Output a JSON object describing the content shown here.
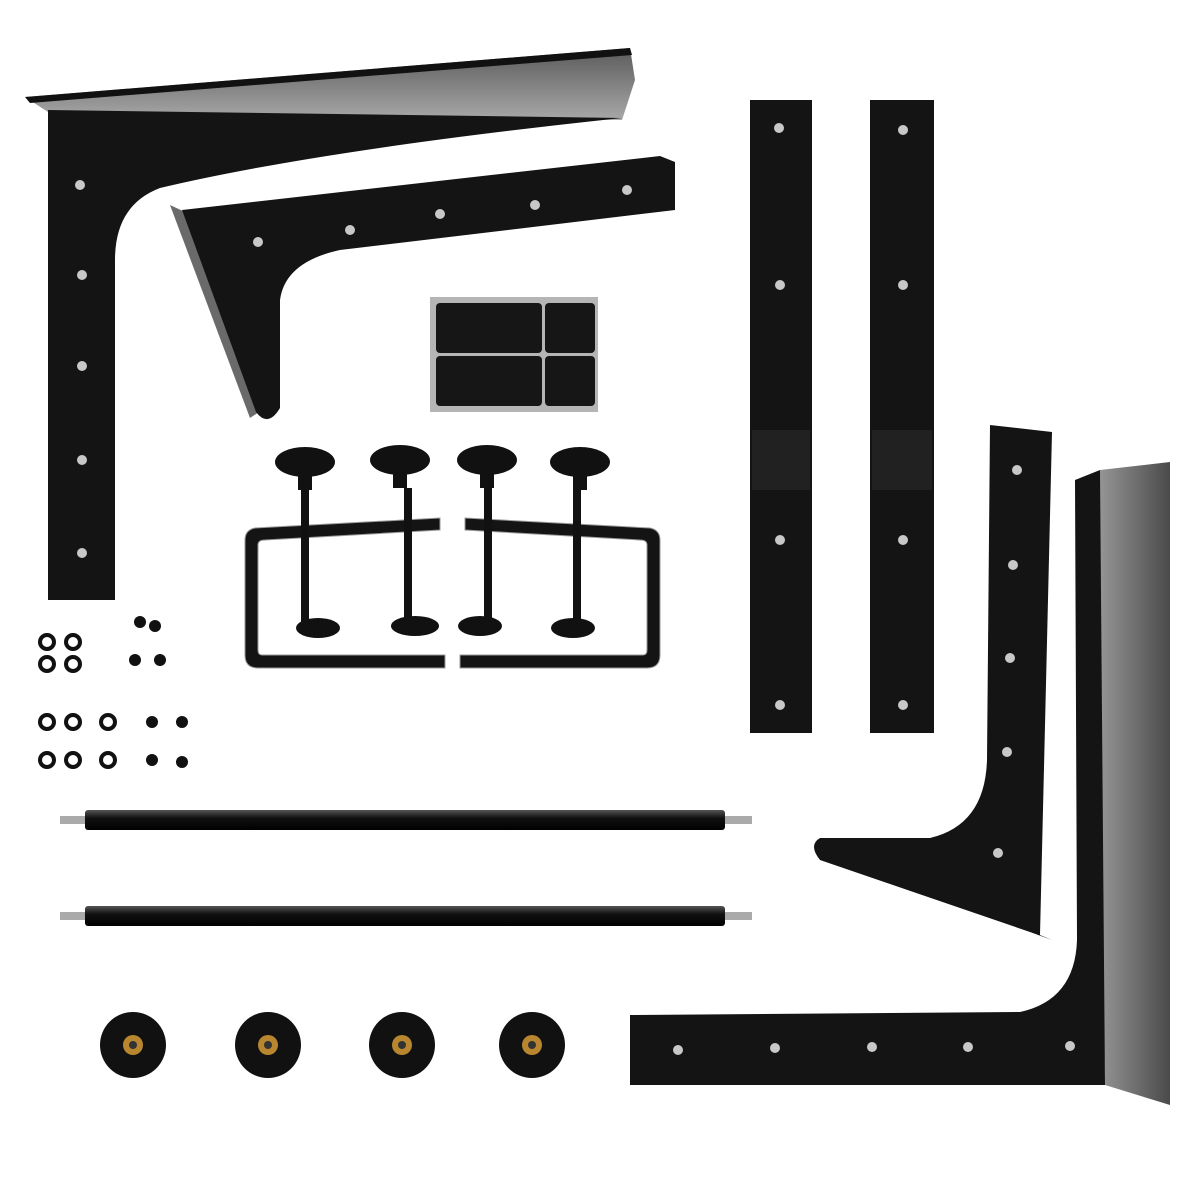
{
  "scene": {
    "subject": "bracket-mount-hardware-kit",
    "colors": {
      "background": "#ffffff",
      "metal": "#141414",
      "flange": "#8a8a8a",
      "hole": "#c8c8c8",
      "felt_backing": "#b5b5b5",
      "brass": "#b8862f"
    },
    "counts": {
      "l_brackets": 4,
      "straight_bars": 2,
      "clamps": 4,
      "felt_pads": 4,
      "rods": 2,
      "star_knobs": 4
    }
  }
}
